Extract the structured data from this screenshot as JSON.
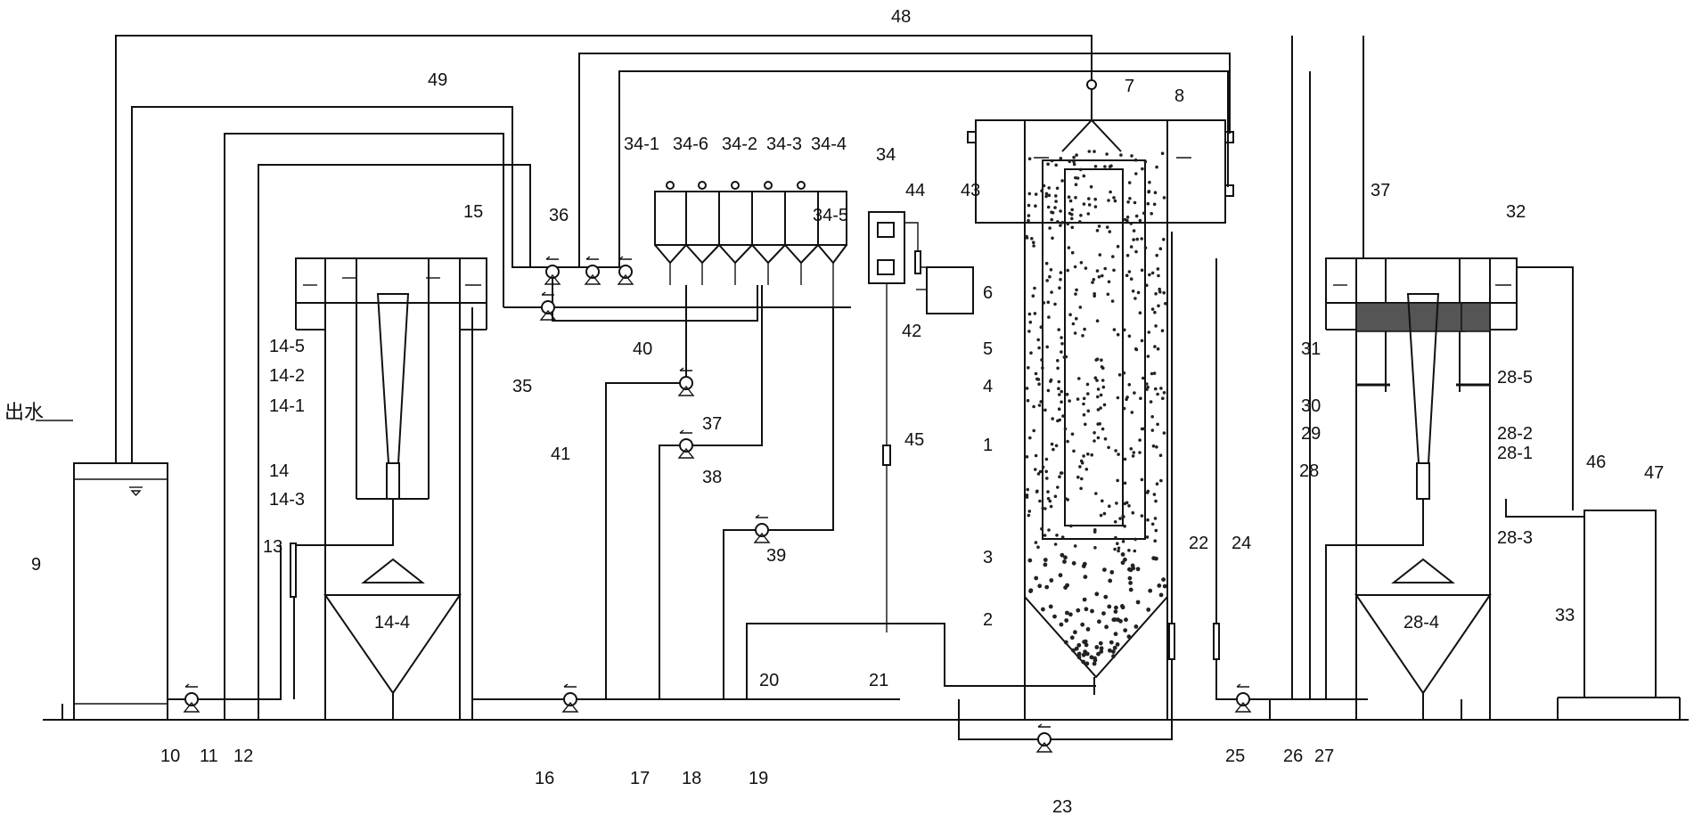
{
  "labels": {
    "outlet": "出水",
    "n1": "1",
    "n2": "2",
    "n3": "3",
    "n4": "4",
    "n5": "5",
    "n6": "6",
    "n7": "7",
    "n8": "8",
    "n9": "9",
    "n10": "10",
    "n11": "11",
    "n12": "12",
    "n13": "13",
    "n14": "14",
    "n14_1": "14-1",
    "n14_2": "14-2",
    "n14_3": "14-3",
    "n14_4": "14-4",
    "n14_5": "14-5",
    "n15": "15",
    "n16": "16",
    "n17": "17",
    "n18": "18",
    "n19": "19",
    "n20": "20",
    "n21": "21",
    "n22": "22",
    "n23": "23",
    "n24": "24",
    "n25": "25",
    "n26": "26",
    "n27": "27",
    "n28": "28",
    "n28_1": "28-1",
    "n28_2": "28-2",
    "n28_3": "28-3",
    "n28_4": "28-4",
    "n28_5": "28-5",
    "n29": "29",
    "n30": "30",
    "n31": "31",
    "n32": "32",
    "n33": "33",
    "n34": "34",
    "n34_1": "34-1",
    "n34_2": "34-2",
    "n34_3": "34-3",
    "n34_4": "34-4",
    "n34_5": "34-5",
    "n34_6": "34-6",
    "n35": "35",
    "n36": "36",
    "n37a": "37",
    "n37b": "37",
    "n38": "38",
    "n39": "39",
    "n40": "40",
    "n41": "41",
    "n42": "42",
    "n43": "43",
    "n44": "44",
    "n45": "45",
    "n46": "46",
    "n47": "47",
    "n48": "48",
    "n49": "49"
  }
}
